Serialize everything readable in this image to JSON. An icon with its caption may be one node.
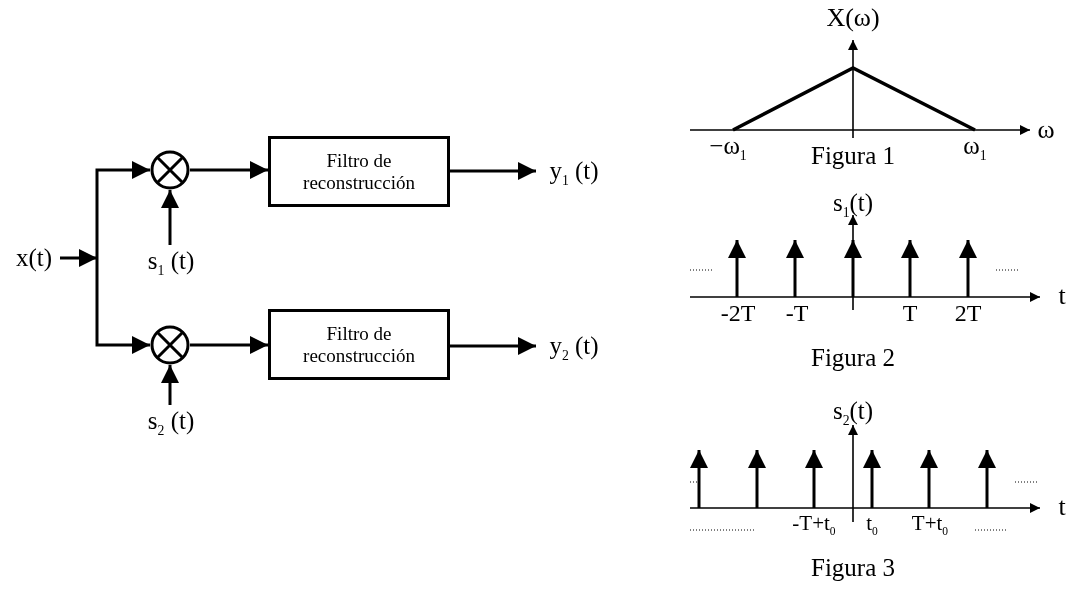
{
  "diagram": {
    "nodes": [
      {
        "text": [
          "x(t)"
        ]
      },
      {
        "text": [],
        "shape": "circle"
      },
      {
        "text": [
          "s$_{1}$ (t)"
        ]
      },
      {
        "text": [
          "Filtro de reconstrucción"
        ]
      },
      {
        "text": [
          "y$_{1}$ (t)"
        ]
      },
      {
        "text": [],
        "shape": "circle"
      },
      {
        "text": [
          "s$_{2}$ (t)"
        ]
      },
      {
        "text": [
          "Filtro de reconstrucción"
        ]
      },
      {
        "text": [
          "y$_{2}$ (t)"
        ]
      }
    ],
    "edges": [
      {
        "from": 0,
        "to": 1,
        "arrow": "to"
      },
      {
        "from": 0,
        "to": 5,
        "arrow": "to"
      },
      {
        "from": 2,
        "to": 1,
        "arrow": "to"
      },
      {
        "from": 1,
        "to": 3,
        "arrow": "to"
      },
      {
        "from": 3,
        "to": 4,
        "arrow": "to"
      },
      {
        "from": 6,
        "to": 5,
        "arrow": "to"
      },
      {
        "from": 5,
        "to": 7,
        "arrow": "to"
      },
      {
        "from": 7,
        "to": 8,
        "arrow": "to"
      }
    ],
    "labels": [
      "X(ω)",
      "−ω$_{1}$",
      "Figura 1",
      "ω$_{1}$",
      "ω",
      "s$_{1}$(t)",
      "t",
      "-2T",
      "-T",
      "T",
      "2T",
      "Figura 2",
      "s$_{2}$(t)",
      "t",
      "-T+t$_{0}$",
      "t$_{0}$",
      "T+t$_{0}$",
      "Figura 3"
    ]
  }
}
